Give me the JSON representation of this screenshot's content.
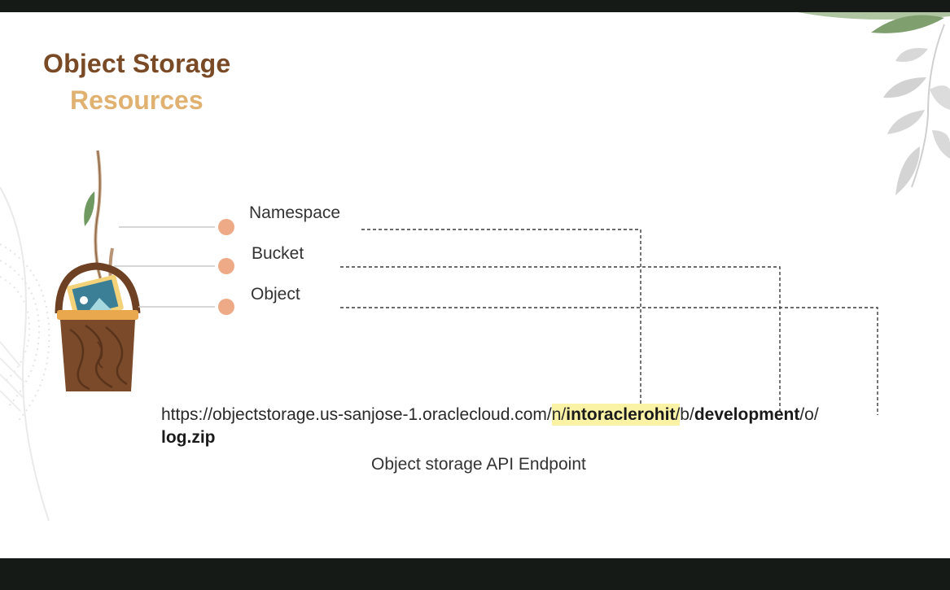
{
  "slide": {
    "title": "Object Storage",
    "subtitle": "Resources"
  },
  "labels": {
    "namespace": "Namespace",
    "bucket": "Bucket",
    "object": "Object"
  },
  "endpoint": {
    "prefix": "https://objectstorage.us-sanjose-1.oraclecloud.com/",
    "n_segment": "n/",
    "namespace_value": "intoraclerohit",
    "slash": "/",
    "b_segment": "b/",
    "bucket_value": "development",
    "o_segment": "/o/",
    "object_value": "log.zip",
    "caption": "Object storage API Endpoint"
  },
  "colors": {
    "title": "#7a4a26",
    "subtitle": "#e0b170",
    "bullet": "#eeaa86",
    "highlight": "#faf3a6",
    "basket": "#7b4a2b"
  },
  "icons": [
    "basket-icon",
    "leaf-decoration-icon"
  ]
}
